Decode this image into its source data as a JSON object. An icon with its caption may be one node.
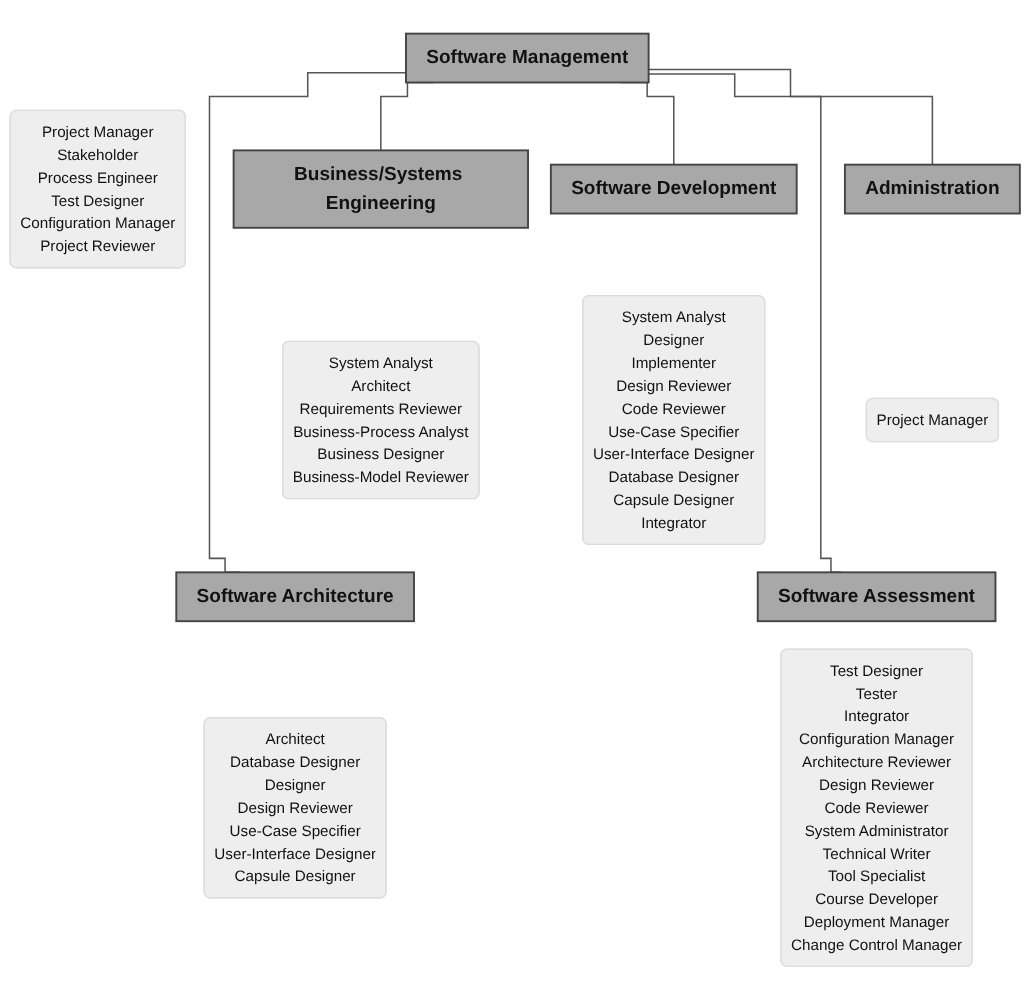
{
  "diagram": {
    "nodes": [
      {
        "text": [
          "Software Management"
        ]
      },
      {
        "text": [
          "Project Manager",
          "Stakeholder",
          "Process Engineer",
          "Test Designer",
          "Configuration Manager",
          "Project Reviewer"
        ]
      },
      {
        "text": [
          "Business/Systems Engineering"
        ]
      },
      {
        "text": [
          "System Analyst",
          "Architect",
          "Requirements Reviewer",
          "Business-Process Analyst",
          "Business Designer",
          "Business-Model Reviewer"
        ]
      },
      {
        "text": [
          "Administration"
        ]
      },
      {
        "text": [
          "Project Manager"
        ]
      },
      {
        "text": [
          "Software Architecture"
        ]
      },
      {
        "text": [
          "Architect",
          "Database Designer",
          "Designer",
          "Design Reviewer",
          "Use-Case Specifier",
          "User-Interface Designer",
          "Capsule Designer"
        ]
      },
      {
        "text": [
          "Software Development"
        ]
      },
      {
        "text": [
          "System Analyst",
          "Designer",
          "Implementer",
          "Design Reviewer",
          "Code Reviewer",
          "Use-Case Specifier",
          "User-Interface Designer",
          "Database Designer",
          "Capsule Designer",
          "Integrator"
        ]
      },
      {
        "text": [
          "Software Assessment"
        ]
      },
      {
        "text": [
          "Test Designer",
          "Tester",
          "Integrator",
          "Configuration Manager",
          "Architecture Reviewer",
          "Design Reviewer",
          "Code Reviewer",
          "System Administrator",
          "Technical Writer",
          "Tool Specialist",
          "Course Developer",
          "Deployment Manager",
          "Change Control Manager"
        ]
      }
    ],
    "edges": [
      {
        "from": 0,
        "to": 2,
        "arrow": "none"
      },
      {
        "from": 0,
        "to": 4,
        "arrow": "none"
      },
      {
        "from": 0,
        "to": 6,
        "arrow": "none"
      },
      {
        "from": 0,
        "to": 8,
        "arrow": "none"
      },
      {
        "from": 0,
        "to": 10,
        "arrow": "none"
      }
    ]
  }
}
